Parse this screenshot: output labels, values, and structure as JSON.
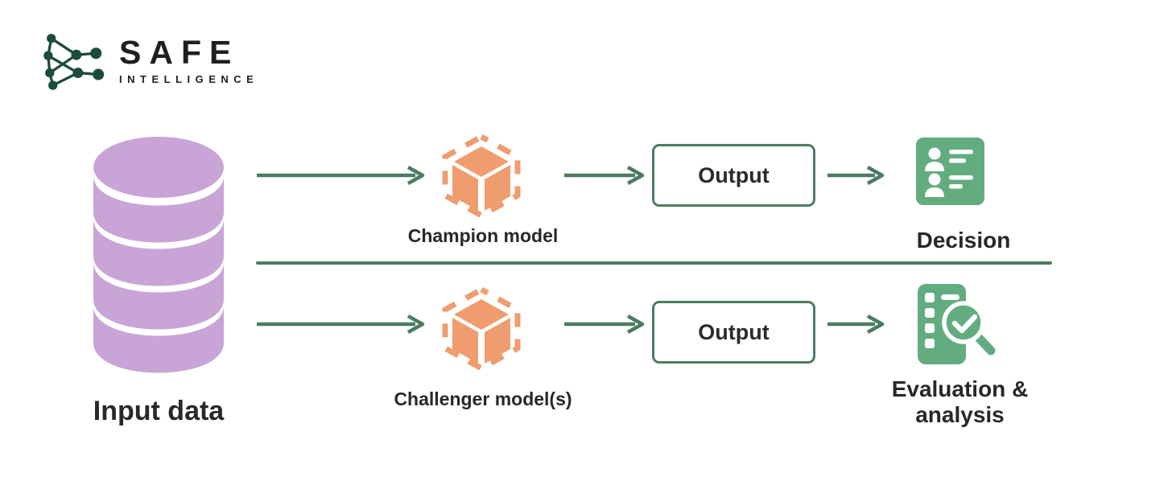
{
  "brand": {
    "logo_icon": "network-graph-icon",
    "title": "SAFE",
    "subtitle": "INTELLIGENCE"
  },
  "diagram": {
    "input": {
      "label": "Input data",
      "icon": "database-icon"
    },
    "top_row": {
      "model": {
        "label": "Champion model",
        "icon": "cube-icon"
      },
      "output": {
        "label": "Output"
      },
      "result": {
        "label": "Decision",
        "icon": "people-list-icon"
      }
    },
    "bottom_row": {
      "model": {
        "label": "Challenger model(s)",
        "icon": "cube-icon"
      },
      "output": {
        "label": "Output"
      },
      "result": {
        "label_line1": "Evaluation &",
        "label_line2": "analysis",
        "icon": "magnifier-checklist-icon"
      }
    },
    "colors": {
      "arrow_green": "#4A7D5F",
      "solid_icon_green": "#63AC7F",
      "model_orange": "#EF9D6F",
      "database_purple": "#C8A5D6",
      "logo_green": "#1C4D39",
      "text_dark": "#262626"
    }
  }
}
